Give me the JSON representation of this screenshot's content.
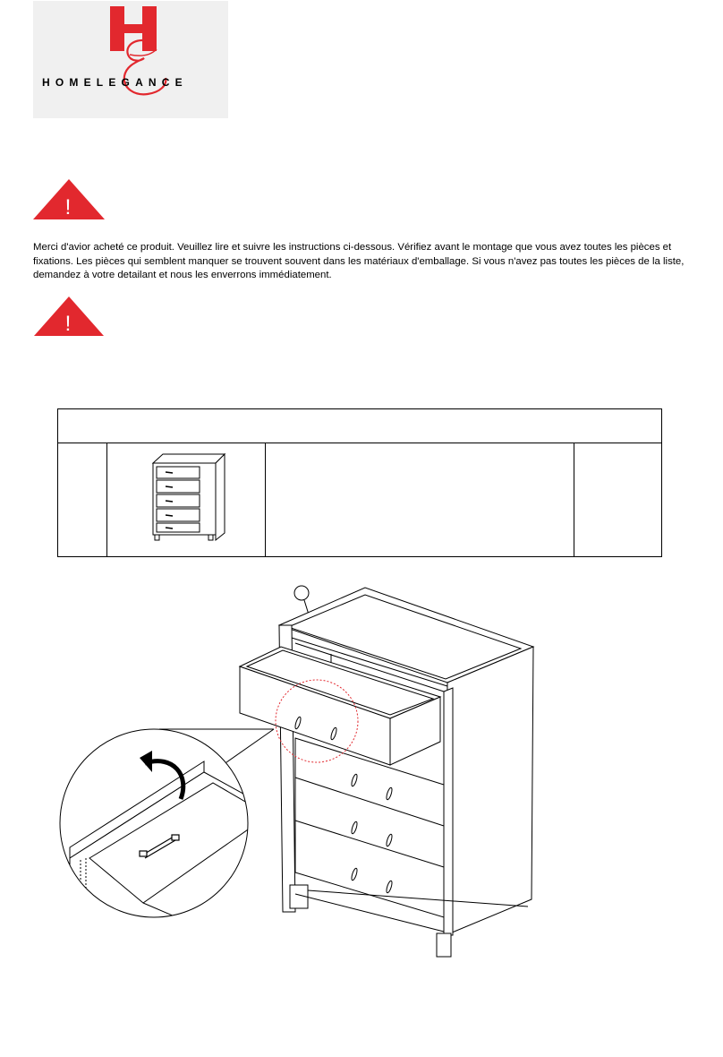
{
  "brand": {
    "name": "HOMELEGANCE",
    "colors": {
      "red": "#e2282e",
      "logo_bg": "#f0f0f0"
    }
  },
  "warnings": [
    {
      "icon": "warning-triangle-icon",
      "symbol": "!"
    },
    {
      "icon": "warning-triangle-icon",
      "symbol": "!"
    }
  ],
  "intro_text": "Merci d'avior acheté ce produit. Veuillez lire et suivre les instructions ci-dessous. Vérifiez avant le montage que vous avez toutes les pièces et fixations. Les pièces qui semblent manquer se trouvent souvent dans les matériaux d'emballage. Si vous n'avez pas toutes les pièces de la liste, demandez à votre detailant et nous les enverrons immédiatement.",
  "parts_table": {
    "rows": [
      {
        "image": "chest-of-drawers-thumbnail"
      }
    ]
  },
  "diagram": {
    "name": "drawer-handle-assembly",
    "icons": [
      "chest-of-drawers",
      "rotate-arrow-icon",
      "drawer-handle",
      "callout-circle"
    ]
  }
}
